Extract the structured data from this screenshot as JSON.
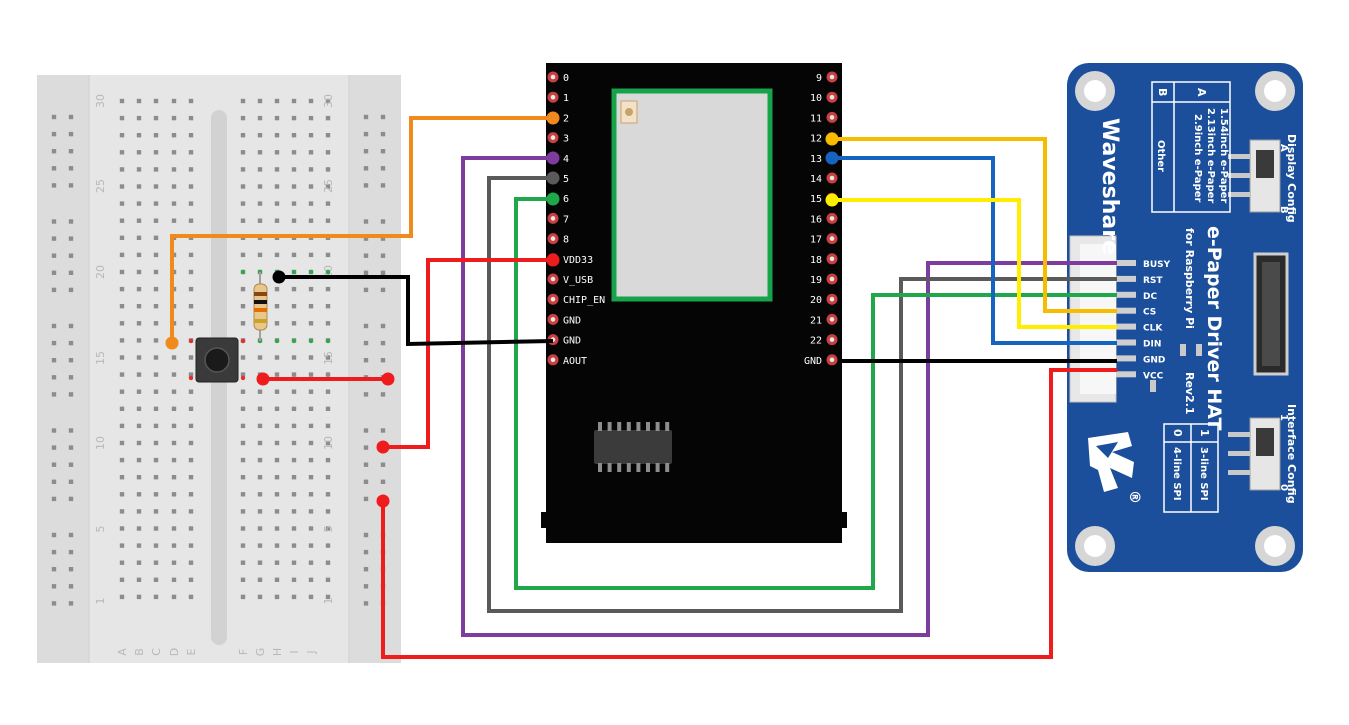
{
  "breadboard": {
    "row_numbers": [
      "30",
      "25",
      "20",
      "15",
      "10",
      "5",
      "1"
    ],
    "column_letters": [
      "A",
      "B",
      "C",
      "D",
      "E",
      "F",
      "G",
      "H",
      "I",
      "J"
    ]
  },
  "mcu_board": {
    "left_pins": [
      "0",
      "1",
      "2",
      "3",
      "4",
      "5",
      "6",
      "7",
      "8",
      "VDD33",
      "V_USB",
      "CHIP_EN",
      "GND",
      "GND",
      "AOUT"
    ],
    "right_pins": [
      "9",
      "10",
      "11",
      "12",
      "13",
      "14",
      "15",
      "16",
      "17",
      "18",
      "19",
      "20",
      "21",
      "22",
      "GND"
    ]
  },
  "epaper_hat": {
    "brand": "Waveshare",
    "title": "e-Paper Driver HAT",
    "subtitle": "for Raspberry Pi",
    "revision": "Rev2.1",
    "pins": [
      "BUSY",
      "RST",
      "DC",
      "CS",
      "CLK",
      "DIN",
      "GND",
      "VCC"
    ],
    "display_config_label": "Display Config",
    "display_config_a_option": "A",
    "display_config_b_option": "B",
    "display_table": [
      {
        "key": "A",
        "value_lines": [
          "1.54inch e-Paper",
          "2.13inch e-Paper",
          "2.9inch e-Paper"
        ]
      },
      {
        "key": "B",
        "value_lines": [
          "Other"
        ]
      }
    ],
    "interface_config_label": "Interface Config",
    "interface_config_1_option": "1",
    "interface_config_0_option": "0",
    "interface_table": [
      {
        "key": "1",
        "value": "3-line SPI"
      },
      {
        "key": "0",
        "value": "4-line SPI"
      }
    ],
    "registered_mark": "®"
  },
  "wire_colors": {
    "orange": "#f08a1c",
    "purple": "#7d3c9e",
    "gray": "#5a5a5a",
    "green": "#1fa84a",
    "red": "#ee1c1c",
    "black": "#000000",
    "yellow_orange": "#f7bb00",
    "blue": "#1565c0",
    "yellow": "#ffee00",
    "board_blue": "#1b4f9b"
  }
}
